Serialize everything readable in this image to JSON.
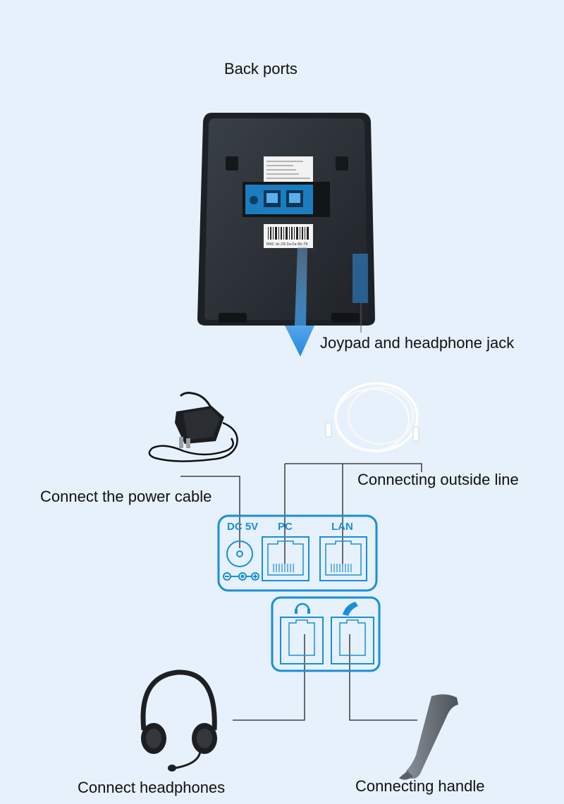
{
  "labels": {
    "back_ports": "Back ports",
    "joypad": "Joypad and headphone jack",
    "power": "Connect the power cable",
    "outside_line": "Connecting outside line",
    "headphones": "Connect headphones",
    "handle": "Connecting handle"
  },
  "ports": {
    "dc": "DC 5V",
    "pc": "PC",
    "lan": "LAN"
  },
  "device_sticker": {
    "mac": "MAC dc:29:3a:0a:6b:76"
  },
  "colors": {
    "background": "#e6f1fb",
    "accent": "#1a8fd6",
    "device_body": "#2b3036",
    "arrow": "#2a8fe0"
  }
}
